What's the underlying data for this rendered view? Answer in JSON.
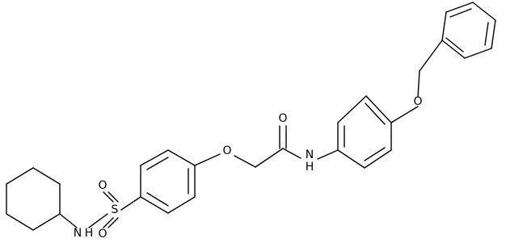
{
  "atom_labels": {
    "o_ether_1": "O",
    "o_carbonyl": "O",
    "n_amide": "N",
    "h_amide": "H",
    "o_ether_2": "O",
    "o_sulfonyl_top": "O",
    "s_sulfonyl": "S",
    "o_sulfonyl_bottom": "O",
    "n_sulfonamide": "N",
    "h_sulfonamide": "H"
  },
  "colors": {
    "bond": "#000000",
    "label": "#000000",
    "background": "#ffffff"
  }
}
